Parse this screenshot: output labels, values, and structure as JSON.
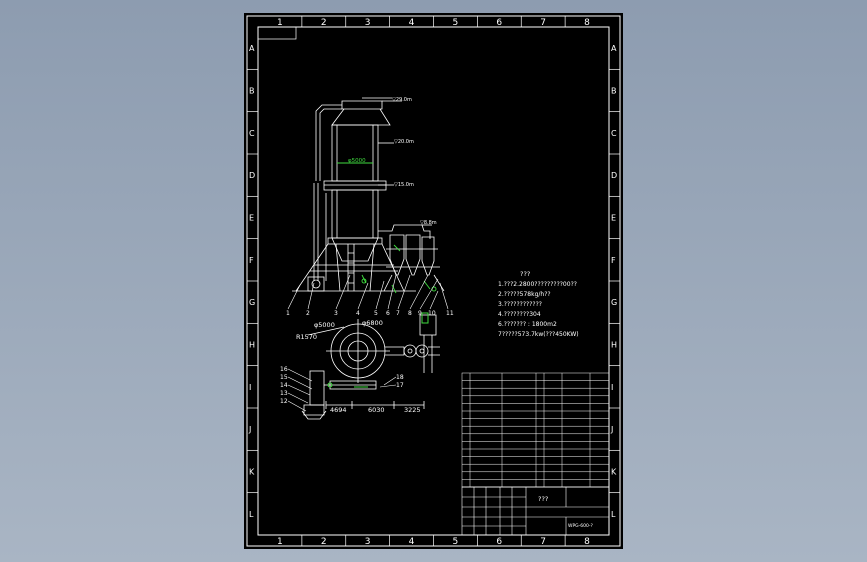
{
  "grid": {
    "columns": [
      "1",
      "2",
      "3",
      "4",
      "5",
      "6",
      "7",
      "8"
    ],
    "rows": [
      "A",
      "B",
      "C",
      "D",
      "E",
      "F",
      "G",
      "H",
      "I",
      "J",
      "K",
      "L"
    ]
  },
  "elevations": {
    "top": "▽29.0m",
    "upper": "▽20.0m",
    "middle": "▽15.0m",
    "side": "▽8.8m"
  },
  "tower": {
    "diameter_label": "φ5000"
  },
  "plan": {
    "inner_diameter": "φ5000",
    "outer_diameter": "φ6800",
    "radius": "R1570",
    "dim_left": "4694",
    "dim_mid": "6030",
    "dim_right": "3225"
  },
  "part_numbers": {
    "elevation": [
      "1",
      "2",
      "3",
      "4",
      "5",
      "6",
      "7",
      "8",
      "9",
      "10",
      "11"
    ],
    "plan_left": [
      "16",
      "15",
      "14",
      "13",
      "12"
    ],
    "plan_right": [
      "18",
      "17"
    ]
  },
  "notes": {
    "heading": "???",
    "lines": [
      "1.???2.2800?????????00??",
      "2.?????578kg/h??",
      "3.????????????",
      "4.????????304",
      "6.??????? : 1800m2",
      "7?????573.7kw(???450KW)"
    ]
  },
  "title_block": {
    "drawing_title": "???",
    "drawing_number": "WPG-600-?"
  },
  "colors": {
    "sheet": "#000000",
    "lines": "#ffffff",
    "accent": "#3fdc3f",
    "desktop": "#9aa8ba"
  }
}
